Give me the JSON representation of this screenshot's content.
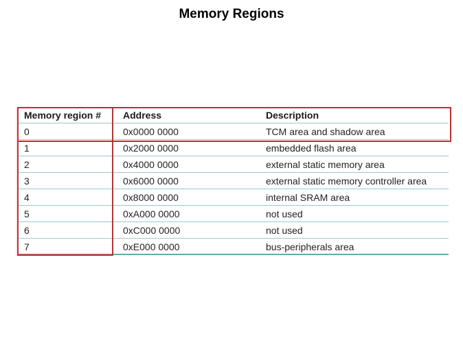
{
  "title": "Memory Regions",
  "table": {
    "headers": {
      "region": "Memory region #",
      "address": "Address",
      "description": "Description"
    },
    "rows": [
      {
        "region": "0",
        "address": "0x0000 0000",
        "description": "TCM area and shadow area"
      },
      {
        "region": "1",
        "address": "0x2000 0000",
        "description": "embedded flash area"
      },
      {
        "region": "2",
        "address": "0x4000 0000",
        "description": "external static memory area"
      },
      {
        "region": "3",
        "address": "0x6000 0000",
        "description": "external static memory controller area"
      },
      {
        "region": "4",
        "address": "0x8000 0000",
        "description": "internal SRAM area"
      },
      {
        "region": "5",
        "address": "0xA000 0000",
        "description": "not used"
      },
      {
        "region": "6",
        "address": "0xC000 0000",
        "description": "not used"
      },
      {
        "region": "7",
        "address": "0xE000 0000",
        "description": "bus-peripherals area"
      }
    ]
  },
  "colors": {
    "highlight": "#e02020",
    "rule": "#9fc7c9"
  }
}
